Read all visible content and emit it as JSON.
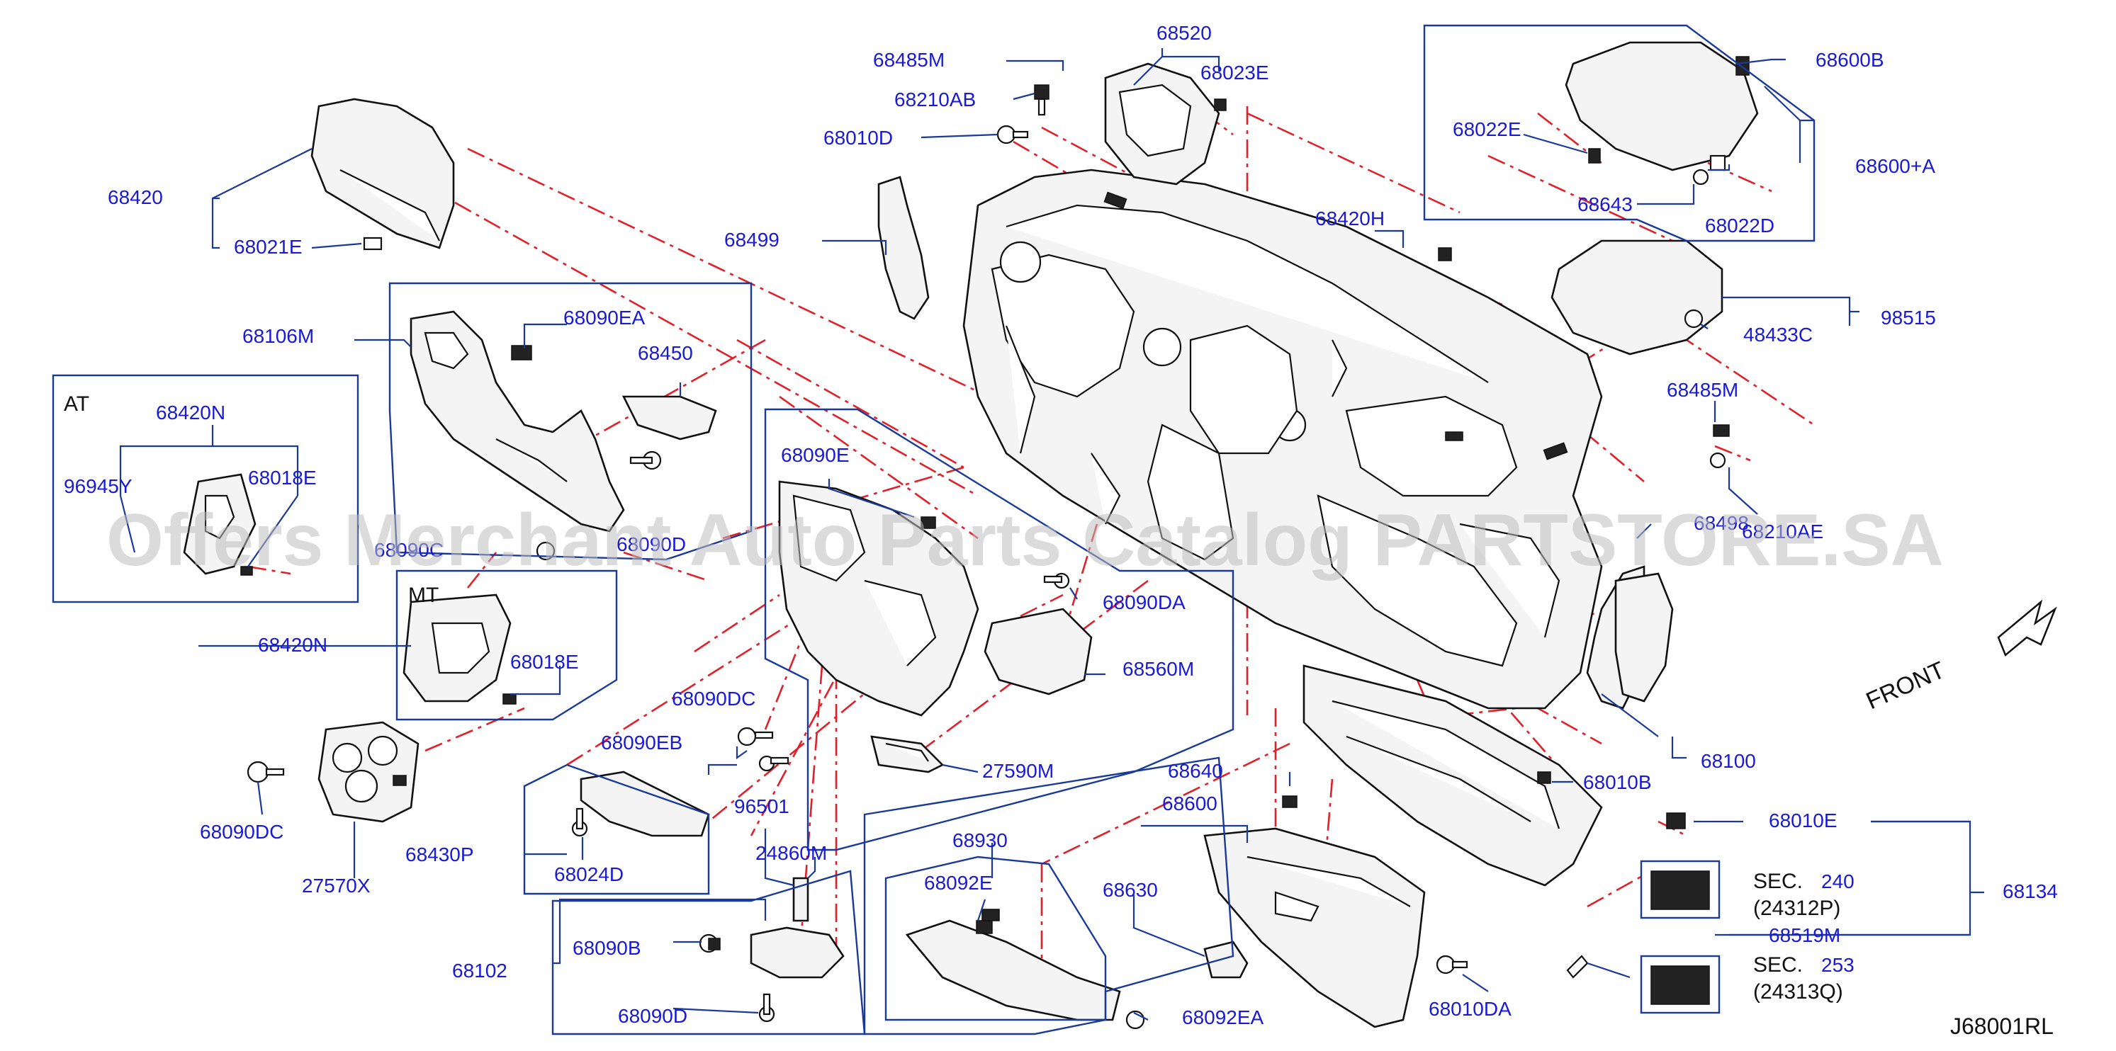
{
  "parts": {
    "p68420": "68420",
    "p68021E": "68021E",
    "p68106M": "68106M",
    "p68090EA": "68090EA",
    "p68450": "68450",
    "p68420N_at": "68420N",
    "p96945Y": "96945Y",
    "p68018E_at": "68018E",
    "p68090C": "68090C",
    "p68090D_top": "68090D",
    "p68420N_mt": "68420N",
    "p68018E_mt": "68018E",
    "p68090DC_l": "68090DC",
    "p27570X": "27570X",
    "p68430P": "68430P",
    "p68024D": "68024D",
    "p68090EB": "68090EB",
    "p68090DC_c": "68090DC",
    "p68090E": "68090E",
    "p68090DA": "68090DA",
    "p68560M": "68560M",
    "p27590M": "27590M",
    "p96501": "96501",
    "p24860M": "24860M",
    "p68090B": "68090B",
    "p68102": "68102",
    "p68090D_bot": "68090D",
    "p68499": "68499",
    "p68485M_top": "68485M",
    "p68210AB": "68210AB",
    "p68010D": "68010D",
    "p68520": "68520",
    "p68023E": "68023E",
    "p68420H": "68420H",
    "p68600B": "68600B",
    "p68022E": "68022E",
    "p68643": "68643",
    "p68022D": "68022D",
    "p68600A": "68600+A",
    "p98515": "98515",
    "p48433C": "48433C",
    "p68485M_r": "68485M",
    "p68498": "68498",
    "p68210AE": "68210AE",
    "p68100": "68100",
    "p68010B": "68010B",
    "p68640": "68640",
    "p68600": "68600",
    "p68630": "68630",
    "p68930": "68930",
    "p68092E": "68092E",
    "p68092EA": "68092EA",
    "p68010DA": "68010DA",
    "p68010E": "68010E",
    "p68134": "68134",
    "p68519M": "68519M"
  },
  "boxes": {
    "at": "AT",
    "mt": "MT"
  },
  "sec": {
    "sec1_prefix": "SEC.",
    "sec1_num": "240",
    "sec1_sub": "(24312P)",
    "sec2_prefix": "SEC.",
    "sec2_num": "253",
    "sec2_sub": "(24313Q)"
  },
  "front_label": "FRONT",
  "ref_code": "J68001RL",
  "watermark": "Offers Merchant Auto Parts Catalog PARTSTORE.SA",
  "colors": {
    "label": "#1a1ad6",
    "leader": "#1a3a9a",
    "chain": "#e0202a",
    "watermark": "#bdbdbd"
  }
}
